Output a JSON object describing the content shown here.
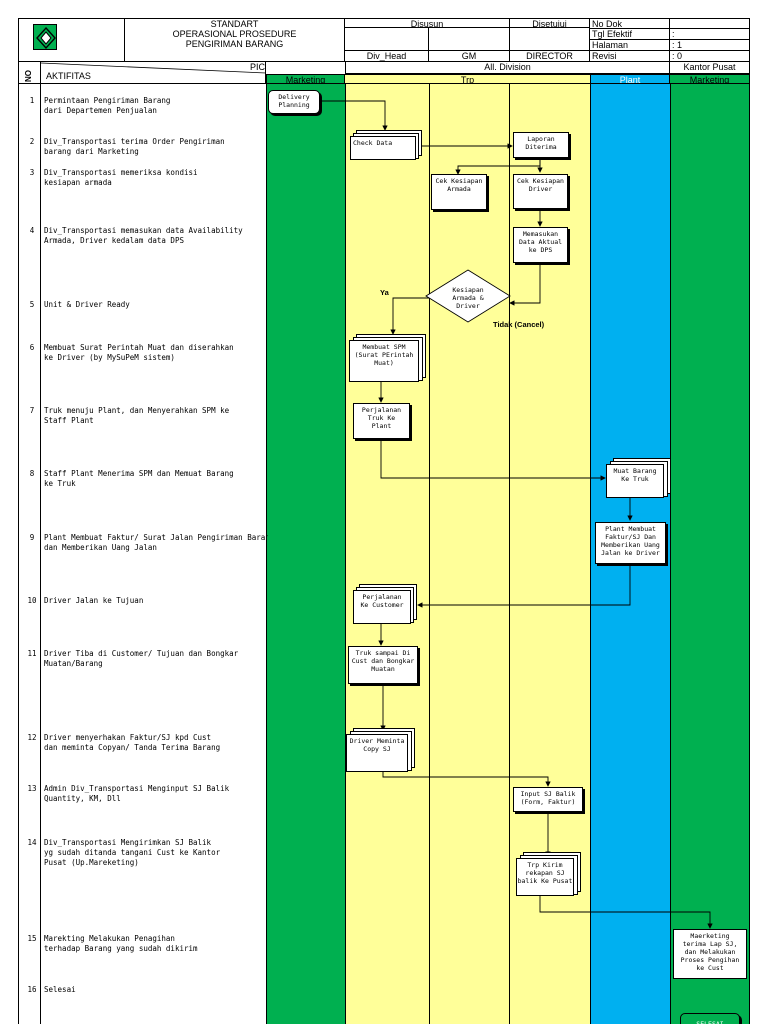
{
  "header": {
    "title_lines": [
      "STANDART",
      "OPERASIONAL PROSEDURE",
      "PENGIRIMAN BARANG"
    ],
    "disusun": "Disusun",
    "disetujui": "Disetujui",
    "div_head": "Div_Head",
    "gm": "GM",
    "director": "DIRECTOR",
    "doc_labels": [
      "No Dok",
      "Tgl Efektif",
      "Halaman",
      "Revisi"
    ],
    "doc_values": [
      "",
      ":",
      ": 1",
      ": 0"
    ],
    "kantor_pusat": "Kantor Pusat"
  },
  "columns": {
    "no": "NO",
    "aktifitas": "AKTIFITAS",
    "pic": "PIC",
    "all_division": "All. Division",
    "marketing_left": "Marketing",
    "trp": "Trp",
    "plant": "Plant",
    "marketing_right": "Marketing"
  },
  "colors": {
    "green": "#00b050",
    "yellow": "#ffff99",
    "blue": "#00b0f0"
  },
  "steps": [
    {
      "no": "1",
      "text": "Permintaan Pengiriman Barang\ndari Departemen Penjualan"
    },
    {
      "no": "2",
      "text": "Div_Transportasi terima Order Pengiriman\nbarang dari Marketing"
    },
    {
      "no": "3",
      "text": "Div_Transportasi memeriksa kondisi\nkesiapan armada"
    },
    {
      "no": "4",
      "text": "Div_Transportasi memasukan data Availability\nArmada, Driver kedalam data DPS"
    },
    {
      "no": "5",
      "text": "Unit & Driver Ready"
    },
    {
      "no": "6",
      "text": "Membuat Surat Perintah Muat dan diserahkan\nke Driver (by MySuPeM sistem)"
    },
    {
      "no": "7",
      "text": "Truk menuju Plant, dan Menyerahkan SPM ke\nStaff Plant"
    },
    {
      "no": "8",
      "text": "Staff Plant Menerima SPM dan Memuat Barang\nke Truk"
    },
    {
      "no": "9",
      "text": "Plant Membuat Faktur/ Surat Jalan Pengiriman Barang\ndan Memberikan Uang Jalan"
    },
    {
      "no": "10",
      "text": "Driver Jalan ke Tujuan"
    },
    {
      "no": "11",
      "text": "Driver Tiba di Customer/ Tujuan dan Bongkar\nMuatan/Barang"
    },
    {
      "no": "12",
      "text": "Driver menyerhakan Faktur/SJ kpd Cust\ndan meminta Copyan/ Tanda Terima Barang"
    },
    {
      "no": "13",
      "text": "Admin Div_Transportasi Menginput SJ Balik\nQuantity, KM, Dll"
    },
    {
      "no": "14",
      "text": "Div_Transportasi Mengirimkan SJ Balik\nyg sudah ditanda tangani Cust ke Kantor\nPusat (Up.Mareketing)"
    },
    {
      "no": "15",
      "text": "Marekting Melakukan Penagihan\nterhadap Barang yang sudah dikirim"
    },
    {
      "no": "16",
      "text": "Selesai"
    }
  ],
  "shapes": {
    "delivery_planning": "Delivery\nPlanning",
    "check_data": "Check Data",
    "laporan_diterima": "Laporan\nDiterima",
    "cek_armada": "Cek Kesiapan\nArmada",
    "cek_driver": "Cek Kesiapan\nDriver",
    "memasukan": "Memasukan\nData Aktual\nke DPS",
    "kesiapan": "Kesiapan\nArmada &\nDriver",
    "ya": "Ya",
    "tidak": "Tidak (Cancel)",
    "membuat_spm": "Membuat SPM\n(Surat PErintah\nMuat)",
    "perjalanan_plant": "Perjalanan\nTruk Ke\nPlant",
    "muat_barang": "Muat Barang\nKe Truk",
    "plant_faktur": "Plant Membuat\nFaktur/SJ Dan\nMemberikan Uang\nJalan ke Driver",
    "perjalanan_cust": "Perjalanan\nKe Customer",
    "truk_sampai": "Truk sampai Di\nCust dan Bongkar\nMuatan",
    "driver_copy": "Driver Meminta\nCopy SJ",
    "input_sj": "Input SJ Balik\n(Form, Faktur)",
    "trp_kirim": "Trp Kirim\nrekapan SJ\nbalik Ke Pusat",
    "marketing_tagih": "Maerketing\nterima Lap SJ,\ndan Melakukan\nProses Pengihan\nke Cust",
    "selesai": "SELESAI"
  }
}
